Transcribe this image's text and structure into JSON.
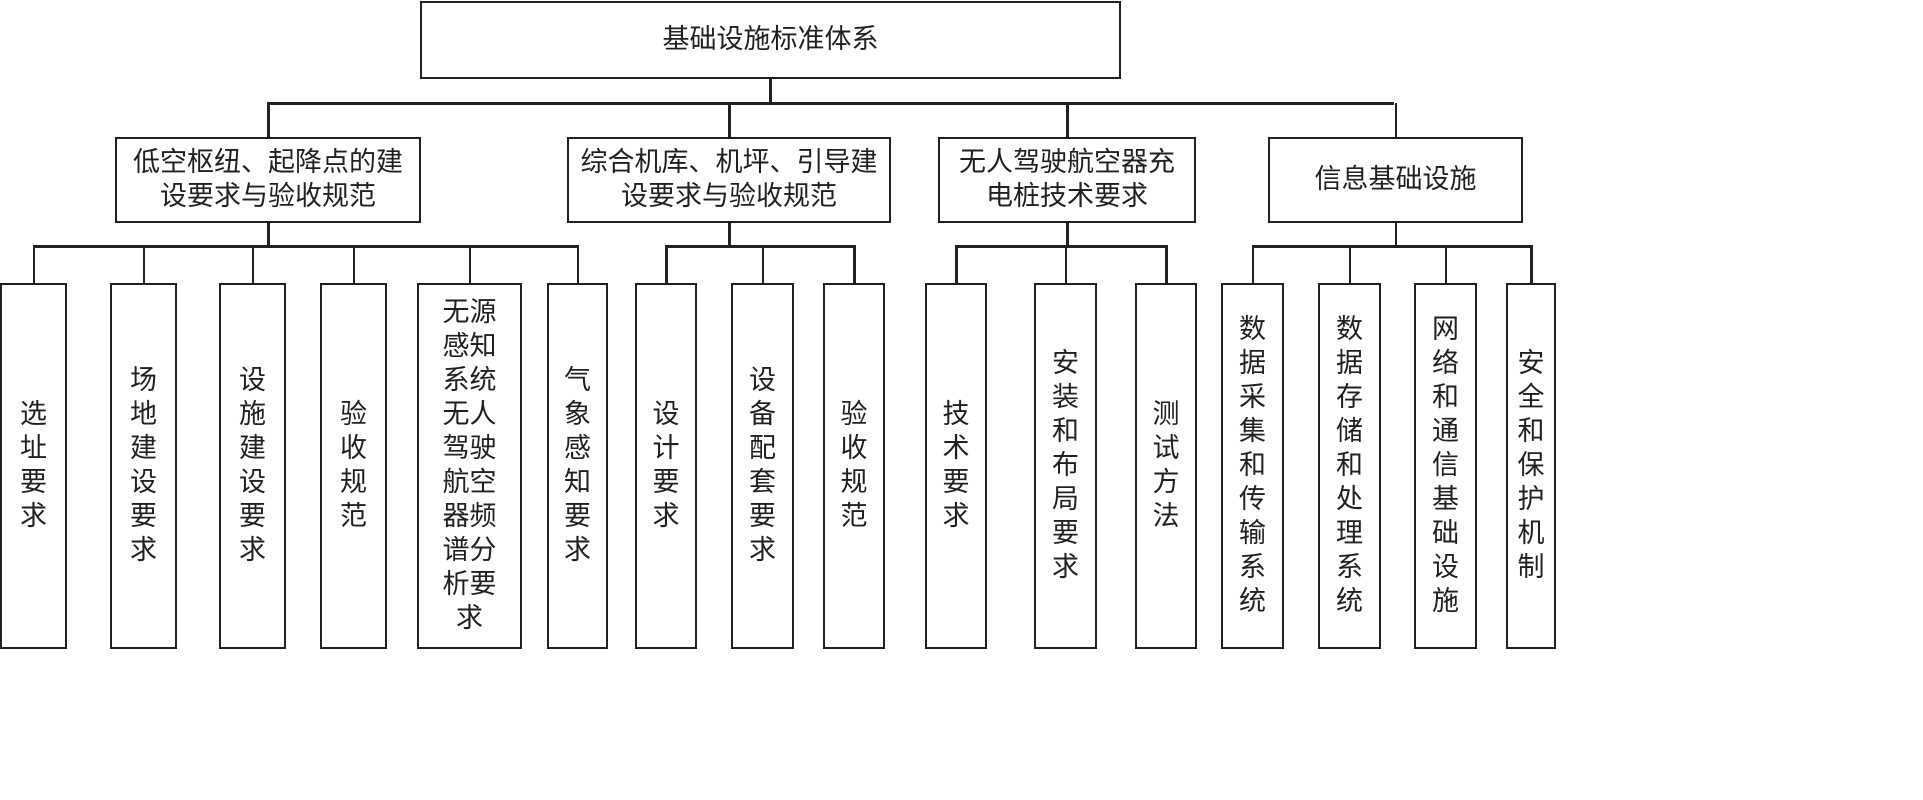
{
  "root": {
    "label": "基础设施标准体系",
    "children": [
      {
        "label": "低空枢纽、起降点的建设要求与验收规范",
        "children": [
          "选址要求",
          "场地建设要求",
          "设施建设要求",
          "验收规范",
          "无源感知系统无人驾驶航空器频谱分析要求",
          "气象感知要求"
        ]
      },
      {
        "label": "综合机库、机坪、引导建设要求与验收规范",
        "children": [
          "设计要求",
          "设备配套要求",
          "验收规范"
        ]
      },
      {
        "label": "无人驾驶航空器充电桩技术要求",
        "children": [
          "技术要求",
          "安装和布局要求",
          "测试方法"
        ]
      },
      {
        "label": "信息基础设施",
        "children": [
          "数据采集和传输系统",
          "数据存储和处理系统",
          "网络和通信基础设施",
          "安全和保护机制"
        ]
      }
    ]
  }
}
